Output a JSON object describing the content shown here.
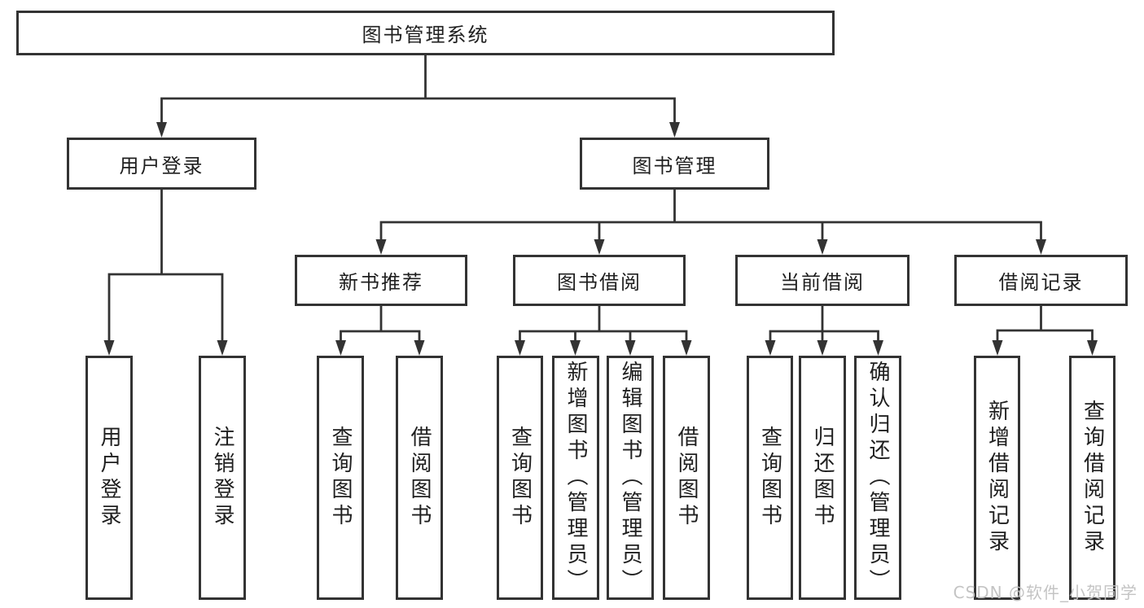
{
  "diagram": {
    "root": {
      "label": "图书管理系统"
    },
    "branches": [
      {
        "label": "用户登录",
        "children": [
          {
            "label": "用户登录"
          },
          {
            "label": "注销登录"
          }
        ]
      },
      {
        "label": "图书管理",
        "children": [
          {
            "label": "新书推荐",
            "children": [
              {
                "label": "查询图书"
              },
              {
                "label": "借阅图书"
              }
            ]
          },
          {
            "label": "图书借阅",
            "children": [
              {
                "label": "查询图书"
              },
              {
                "label": "新增图书（管理员）"
              },
              {
                "label": "编辑图书（管理员）"
              },
              {
                "label": "借阅图书"
              }
            ]
          },
          {
            "label": "当前借阅",
            "children": [
              {
                "label": "查询图书"
              },
              {
                "label": "归还图书"
              },
              {
                "label": "确认归还（管理员）"
              }
            ]
          },
          {
            "label": "借阅记录",
            "children": [
              {
                "label": "新增借阅记录"
              },
              {
                "label": "查询借阅记录"
              }
            ]
          }
        ]
      }
    ]
  },
  "watermark": {
    "text": "CSDN @软件_小贺同学"
  },
  "colors": {
    "line": "#333333",
    "box_border": "#333333",
    "box_background": "#ffffff",
    "text": "#1f1f1f",
    "watermark": "#c1c1c1"
  }
}
